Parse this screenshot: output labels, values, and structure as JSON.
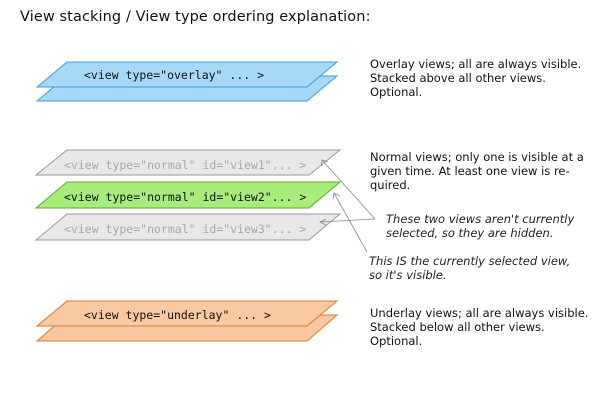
{
  "title": "View stacking / View type ordering explanation:",
  "layers": {
    "overlay_label": "<view type=\"overlay\" ... >",
    "view1_label": "<view type=\"normal\" id=\"view1\"... >",
    "view2_label": "<view type=\"normal\" id=\"view2\"... >",
    "view3_label": "<view type=\"normal\" id=\"view3\"... >",
    "underlay_label": "<view type=\"underlay\" ... >"
  },
  "descriptions": {
    "overlay": [
      "Overlay views; all are always visible.",
      "Stacked above all other views.",
      "Optional."
    ],
    "normal": [
      "Normal views; only one is visible at a",
      "given time.  At least one view is re-",
      "quired."
    ],
    "underlay": [
      "Underlay views; all are always visible.",
      "Stacked below all other views.",
      "Optional."
    ]
  },
  "notes": {
    "hidden": [
      "These two views aren't currently",
      "selected, so they are hidden."
    ],
    "selected": [
      "This IS the currently selected view,",
      "so it's visible."
    ]
  },
  "colors": {
    "overlay_fill": "#a6d8f8",
    "overlay_stroke": "#3a9ee0",
    "normal_hidden_fill": "#e8e8e8",
    "normal_hidden_stroke": "#9a9a9a",
    "normal_hidden_text": "#a8a8a8",
    "selected_fill": "#a8ec7c",
    "selected_stroke": "#58b020",
    "underlay_fill": "#f8c8a0",
    "underlay_stroke": "#e0782c",
    "text": "#111111"
  }
}
